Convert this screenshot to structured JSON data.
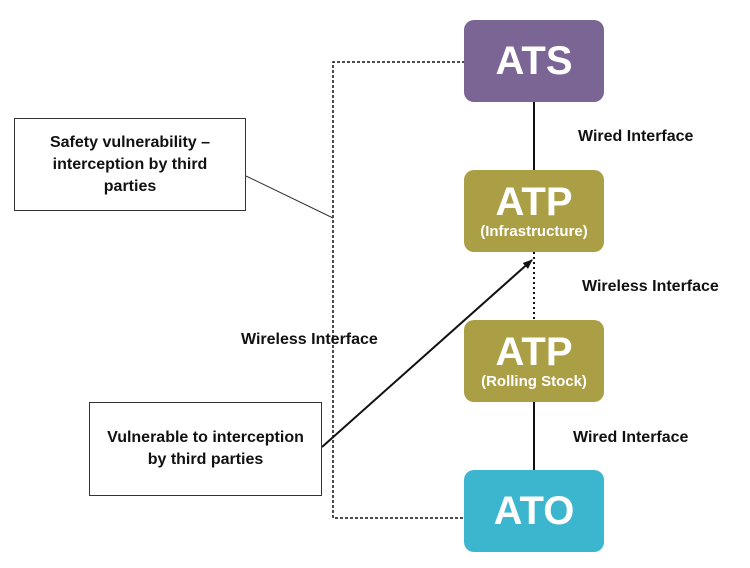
{
  "nodes": {
    "ats": {
      "title": "ATS",
      "color": "#7a6595"
    },
    "atp_infra": {
      "title": "ATP",
      "subtitle": "(Infrastructure)",
      "color": "#ab9f45"
    },
    "atp_rolling": {
      "title": "ATP",
      "subtitle": "(Rolling Stock)",
      "color": "#ab9f45"
    },
    "ato": {
      "title": "ATO",
      "color": "#3cb6ce"
    }
  },
  "links": {
    "ats_atp": "Wired Interface",
    "atp_atp": "Wireless Interface",
    "atp_ato": "Wired Interface",
    "ats_ato_wireless": "Wireless Interface"
  },
  "callouts": {
    "safety": "Safety vulnerability – interception by third parties",
    "vulnerable": "Vulnerable to interception by third parties"
  }
}
